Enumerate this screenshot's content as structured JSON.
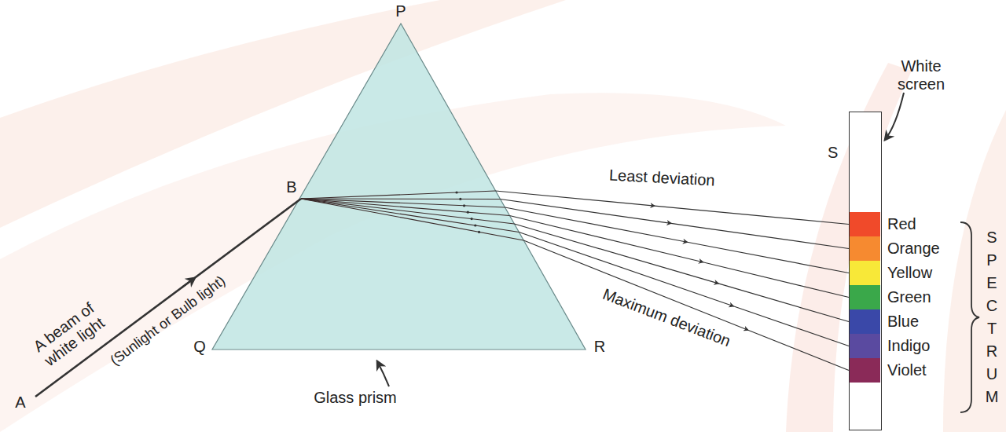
{
  "diagram": {
    "nodes": [
      {
        "text": [
          "S"
        ]
      },
      {
        "text": [
          "Red"
        ],
        "in": 0
      },
      {
        "text": [
          "Orange"
        ],
        "in": 0
      },
      {
        "text": [
          "Yellow"
        ],
        "in": 0
      },
      {
        "text": [
          "Green"
        ],
        "in": 0
      },
      {
        "text": [
          "Blue"
        ],
        "in": 0
      },
      {
        "text": [
          "Indigo"
        ],
        "in": 0
      },
      {
        "text": [
          "Violet"
        ],
        "in": 0
      }
    ],
    "labels": [
      "P",
      "Q",
      "R",
      "B",
      "A",
      "A beam of white light",
      "(Sunlight or Bulb light)",
      "Least deviation",
      "Maximum deviation",
      "Glass prism",
      "White screen",
      "SPECTRUM"
    ]
  }
}
